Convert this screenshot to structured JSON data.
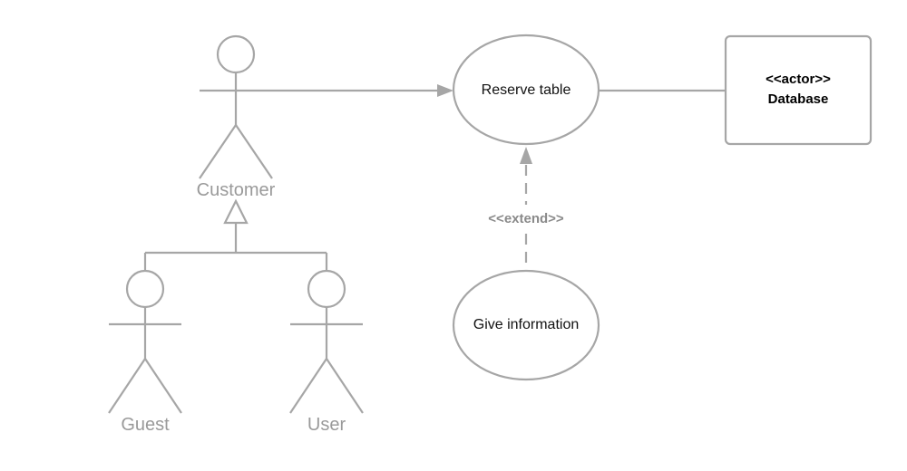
{
  "diagram": {
    "colors": {
      "line": "#a6a6a6",
      "actor_text": "#9a9a9a",
      "text": "#111111",
      "extend_text": "#8a8a8a"
    },
    "actors": {
      "customer": {
        "label": "Customer"
      },
      "guest": {
        "label": "Guest"
      },
      "user": {
        "label": "User"
      }
    },
    "use_cases": {
      "reserve": {
        "label": "Reserve table"
      },
      "give_info": {
        "label": "Give information"
      }
    },
    "database": {
      "stereotype": "<<actor>>",
      "label": "Database"
    },
    "extend": {
      "label": "<<extend>>"
    }
  }
}
